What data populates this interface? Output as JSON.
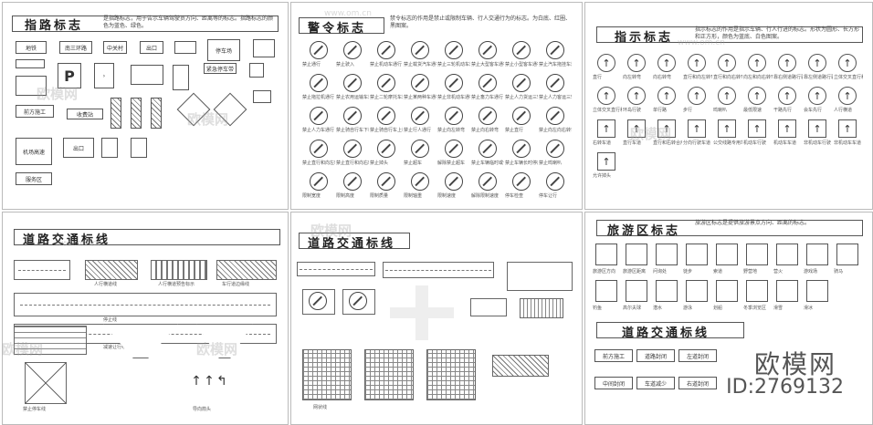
{
  "panels": {
    "guide": {
      "title": "指路标志",
      "desc": "是指路标志，用于告示车辆驾驶员方向、距离等的标志。指路标志的颜色为蓝色、绿色。"
    },
    "ban": {
      "title": "警令标志",
      "desc": "禁令标志的作用是禁止或限制车辆、行人交通行为的标志。为白底、红圈、黑图案。"
    },
    "info": {
      "title": "指示标志",
      "desc": "指示标志的作用是指示车辆、行人行进的标志。形状为圆形、长方形和正方形，颜色为蓝底、白色图案。"
    },
    "road": {
      "title": "道路交通标线"
    },
    "cross": {
      "title": "道路交通标线"
    },
    "tour": {
      "title": "旅游区标志",
      "desc": "旅游区标志是提供旅游景点方向、距离的标志。"
    },
    "tour2": {
      "title": "道路交通标线"
    }
  },
  "guide_signs": [
    "地铁",
    "南三环路",
    "中关村",
    "出口",
    "停车场",
    "P",
    "紧急停车带",
    "前方施工",
    "收费站",
    "机场高速",
    "出口",
    "服务区"
  ],
  "ban_labels": [
    "禁止通行",
    "禁止驶入",
    "禁止机动车通行",
    "禁止载货汽车通行",
    "禁止三轮机动车通行",
    "禁止大型客车通行",
    "禁止小型客车通行",
    "禁止汽车拖挂车通行",
    "禁止拖拉机通行",
    "禁止农用运输车通行",
    "禁止二轮摩托车通行",
    "禁止某两种车通行",
    "禁止非机动车通行",
    "禁止畜力车通行",
    "禁止人力货运三轮车通行",
    "禁止人力客运三轮车通行",
    "禁止人力车通行",
    "禁止骑自行车下坡",
    "禁止骑自行车上坡",
    "禁止行人通行",
    "禁止向左转弯",
    "禁止向右转弯",
    "禁止直行",
    "禁止向左向右转弯",
    "禁止直行和向左转弯",
    "禁止直行和向右转弯",
    "禁止掉头",
    "禁止超车",
    "解除禁止超车",
    "禁止车辆临时或长时停放",
    "禁止车辆长时停放",
    "禁止鸣喇叭",
    "限制宽度",
    "限制高度",
    "限制质量",
    "限制轴重",
    "限制速度",
    "解除限制速度",
    "停车检查",
    "停车让行"
  ],
  "info_labels": [
    "直行",
    "向左转弯",
    "向右转弯",
    "直行和向左转弯",
    "直行和向右转弯",
    "向左和向右转弯",
    "靠右侧道路行驶",
    "靠左侧道路行驶",
    "立体交叉直行和左转弯行驶",
    "立体交叉直行和右转弯行驶",
    "环岛行驶",
    "单行路",
    "步行",
    "鸣喇叭",
    "最低限速",
    "干路先行",
    "会车先行",
    "人行横道",
    "右转车道",
    "直行车道",
    "直行和右转合用车道",
    "分向行驶车道",
    "公交线路专用车道",
    "机动车行驶",
    "机动车车道",
    "非机动车行驶",
    "非机动车车道",
    "允许掉头"
  ],
  "tour_labels": [
    "旅游区方向",
    "旅游区距离",
    "问询处",
    "徒步",
    "索道",
    "野营地",
    "营火",
    "游戏场",
    "骑马",
    "钓鱼",
    "高尔夫球",
    "潜水",
    "游泳",
    "划船",
    "冬季浏览区",
    "滑雪",
    "滑冰"
  ],
  "road_labels": [
    "人行横道线",
    "人行横道预告标示",
    "车行道边缘线",
    "停止线",
    "减速让行线",
    "导向箭头",
    "网状线",
    "禁止停车线"
  ],
  "tour2_signs": [
    "前方施工",
    "道路封闭",
    "左道封闭",
    "中间封闭",
    "车道减少",
    "右道封闭"
  ],
  "watermark": {
    "brand": "欧模网",
    "site": "www.om.cn"
  },
  "brand_id": "ID:2769132"
}
